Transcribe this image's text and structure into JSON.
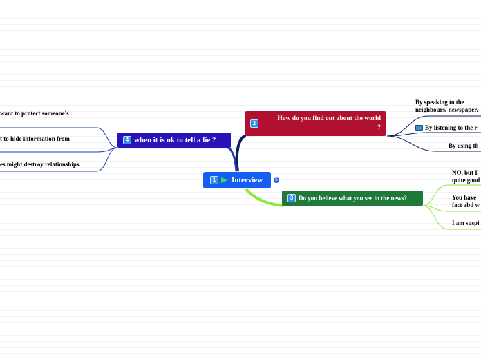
{
  "central": {
    "number": "1",
    "label": "Interview",
    "flag_icon": "green-flag-icon",
    "collapse_label": "5"
  },
  "topics": [
    {
      "number": "2",
      "label": "How do you find  out about the world ?",
      "color": "#b11031",
      "leaves": [
        "By speaking to the neighbours/ newspaper.",
        "By listening to the r",
        "By using th"
      ],
      "leaf_icon": "tv-icon"
    },
    {
      "number": "3",
      "label": "Do you believe what you see in the news?",
      "color": "#1f7a3a",
      "leaves": [
        "NO, but I quite good",
        "You have fact abd w",
        "I am suspi"
      ]
    },
    {
      "number": "4",
      "label": "when it is ok to tell a lie ?",
      "color": "#2a13b8",
      "leaves": [
        "want to protect someone's",
        "t to hide information from",
        "es might destroy relationships."
      ]
    }
  ],
  "colors": {
    "central": "#1560f2",
    "edge_red": "#0a1f5c",
    "edge_green": "#8de83a",
    "edge_purple": "#1f3fb0"
  }
}
